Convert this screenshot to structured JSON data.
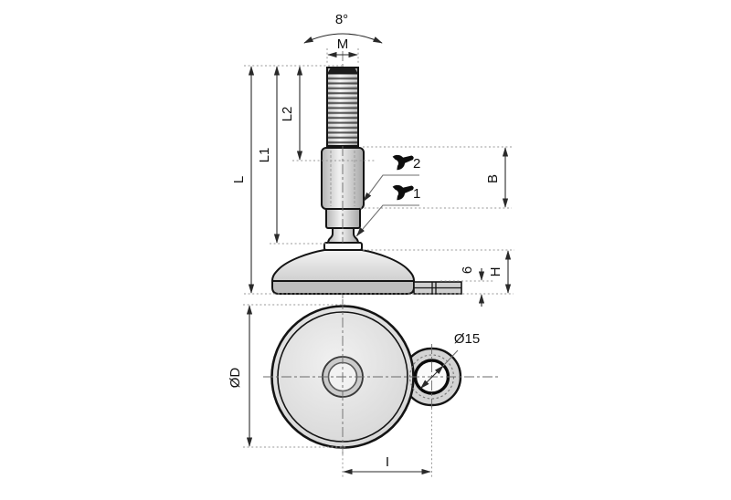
{
  "labels": {
    "angle": "8°",
    "m": "M",
    "l2": "L2",
    "l1": "L1",
    "l": "L",
    "wrench2": "2",
    "wrench1": "1",
    "b": "B",
    "six": "6",
    "h": "H",
    "dia_d": "ØD",
    "dia_15": "Ø15",
    "i": "I"
  },
  "colors": {
    "background": "#ffffff",
    "outline": "#141414",
    "dimension_line": "#2a2a2a",
    "extension_line": "#9a9a9a",
    "centerline": "#6b6b6b",
    "metal_light": "#f0f0f0",
    "metal_mid": "#d5d5d5",
    "metal_dark": "#b9b9b9",
    "wrench_icon": "#0d0d0d"
  }
}
